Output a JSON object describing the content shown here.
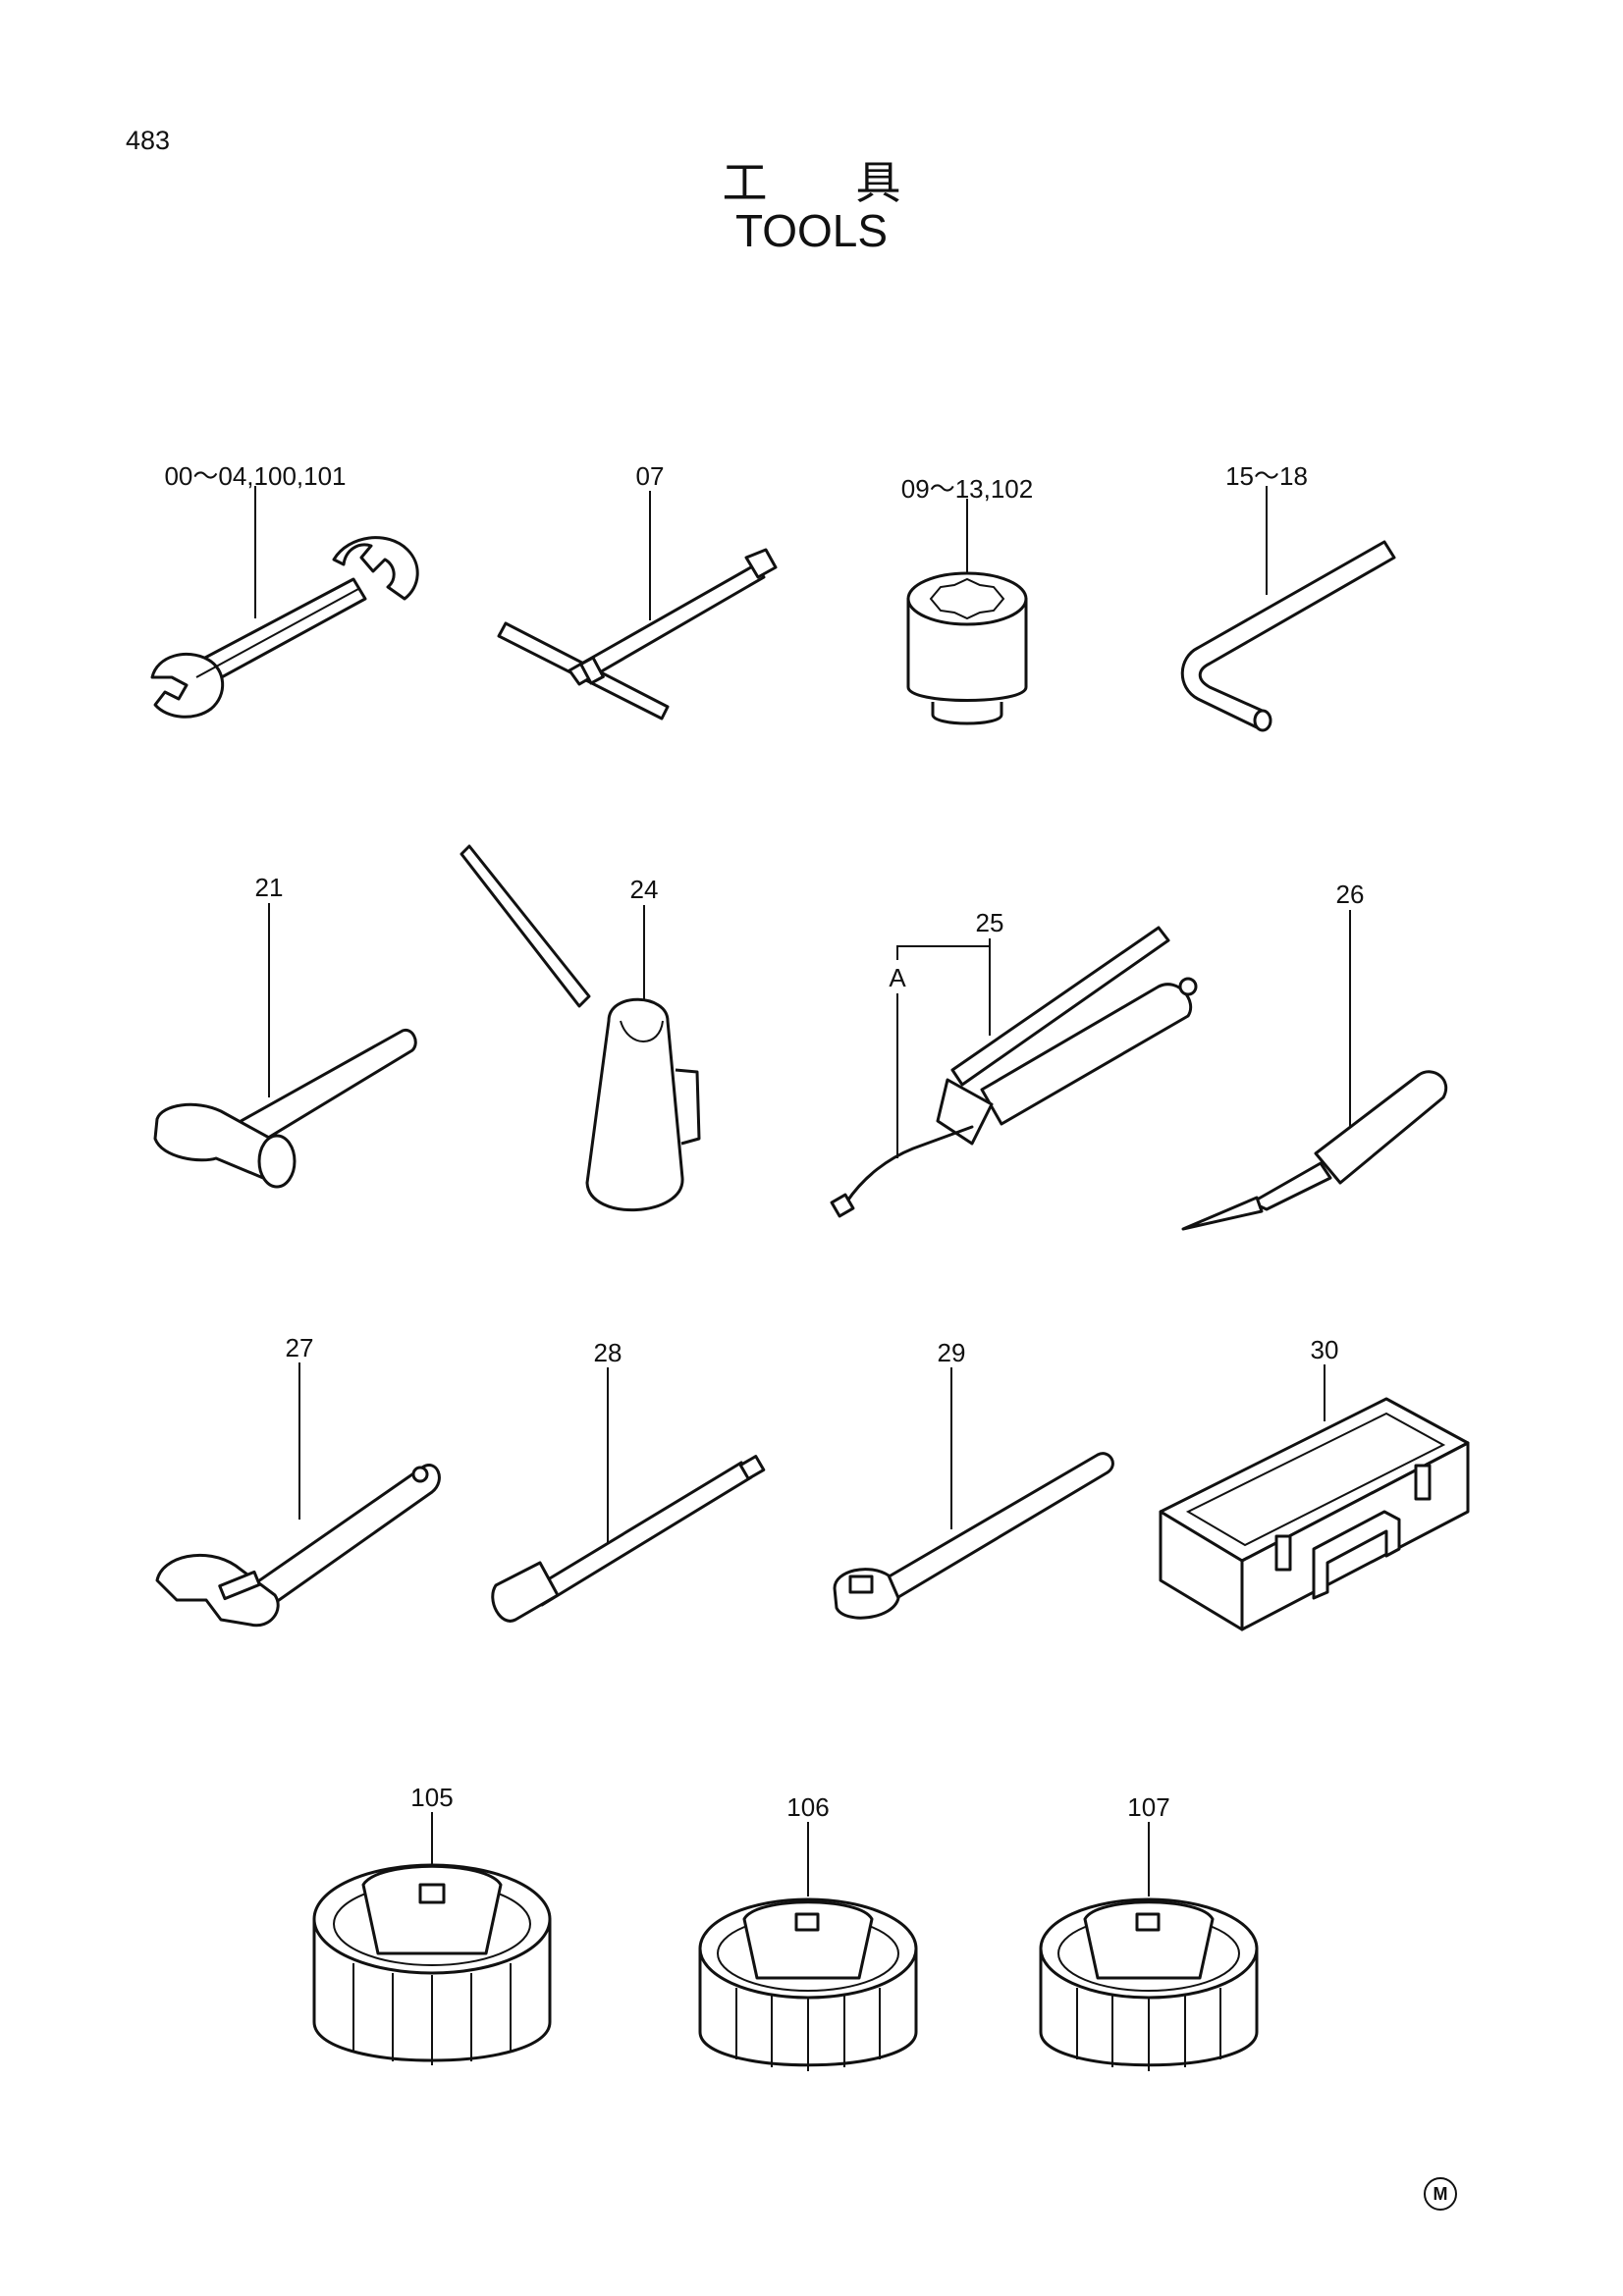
{
  "page": {
    "number": "483",
    "title_jp": "工具",
    "title_en": "TOOLS",
    "corner_mark": "M"
  },
  "parts": [
    {
      "id": "wrench",
      "label": "00～04,100,101",
      "icon": "double-open-end-wrench"
    },
    {
      "id": "t-handle-wrench",
      "label": "07",
      "icon": "t-handle-box-wrench"
    },
    {
      "id": "socket",
      "label": "09～13,102",
      "icon": "twelve-point-socket"
    },
    {
      "id": "hex-key",
      "label": "15～18",
      "icon": "hex-key"
    },
    {
      "id": "hammer",
      "label": "21",
      "icon": "hammer"
    },
    {
      "id": "oil-can",
      "label": "24",
      "icon": "oil-can"
    },
    {
      "id": "grease-gun",
      "label": "25",
      "icon": "grease-gun"
    },
    {
      "id": "grease-gun-sub",
      "label": "A",
      "icon": "grease-gun-nozzle"
    },
    {
      "id": "screwdriver",
      "label": "26",
      "icon": "screwdriver"
    },
    {
      "id": "adjustable-wrench",
      "label": "27",
      "icon": "adjustable-wrench"
    },
    {
      "id": "extension-bar",
      "label": "28",
      "icon": "extension-bar"
    },
    {
      "id": "ratchet-handle",
      "label": "29",
      "icon": "ratchet-handle"
    },
    {
      "id": "tool-box",
      "label": "30",
      "icon": "tool-box"
    },
    {
      "id": "filter-wrench-105",
      "label": "105",
      "icon": "filter-cap-wrench"
    },
    {
      "id": "filter-wrench-106",
      "label": "106",
      "icon": "filter-cap-wrench"
    },
    {
      "id": "filter-wrench-107",
      "label": "107",
      "icon": "filter-cap-wrench"
    }
  ]
}
